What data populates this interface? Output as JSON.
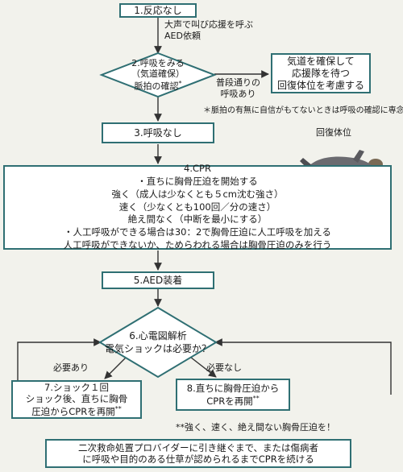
{
  "flow": {
    "step1": "1.反応なし",
    "call_line1": "大声で叫び応援を呼ぶ",
    "call_line2": "AED依頼",
    "step2_line1": "2.呼吸をみる",
    "step2_line2": "（気道確保）",
    "step2_line3": "脈拍の確認",
    "step2_mark": "*",
    "normal_line1": "普段通りの",
    "normal_line2": "呼吸あり",
    "airway_line1": "気道を確保して",
    "airway_line2": "応援隊を待つ",
    "airway_line3": "回復体位を考慮する",
    "pulse_note": "＊脈拍の有無に自信がもてないときは呼吸の確認に専念",
    "step3": "3.呼吸なし",
    "recovery_label": "回復体位",
    "cpr_title": "4.CPR",
    "cpr_line1": "・直ちに胸骨圧迫を開始する",
    "cpr_line2": "強く（成人は少なくとも５cm沈む強さ）",
    "cpr_line3": "速く（少なくとも100回／分の速さ）",
    "cpr_line4": "絶え間なく（中断を最小にする）",
    "cpr_line5": "・人工呼吸ができる場合は30：2で胸骨圧迫に人工呼吸を加える",
    "cpr_line6": "人工呼吸ができないか、ためらわれる場合は胸骨圧迫のみを行う",
    "step5": "5.AED装着",
    "step6_line1": "6.心電図解析",
    "step6_line2": "電気ショックは必要か？",
    "yes_label": "必要あり",
    "no_label": "必要なし",
    "step7_line1": "7.ショック１回",
    "step7_line2": "ショック後、直ちに胸骨",
    "step7_line3": "圧迫からCPRを再開",
    "step7_mark": "**",
    "step8_line1": "8.直ちに胸骨圧迫から",
    "step8_line2": "CPRを再開",
    "step8_mark": "**",
    "compression_note": "**強く、速く、絶え間ない胸骨圧迫を！",
    "final_line1": "二次救命処置プロバイダーに引き継ぐまで、または傷病者",
    "final_line2": "に呼吸や目的のある仕草が認められるまでCPRを続ける"
  },
  "colors": {
    "border": "#2f6f73",
    "box_fill": "#ffffff",
    "background": "#f2f2ec",
    "arrow": "#333333"
  },
  "icons": {
    "recovery_figure": "recovery-position-figure"
  }
}
